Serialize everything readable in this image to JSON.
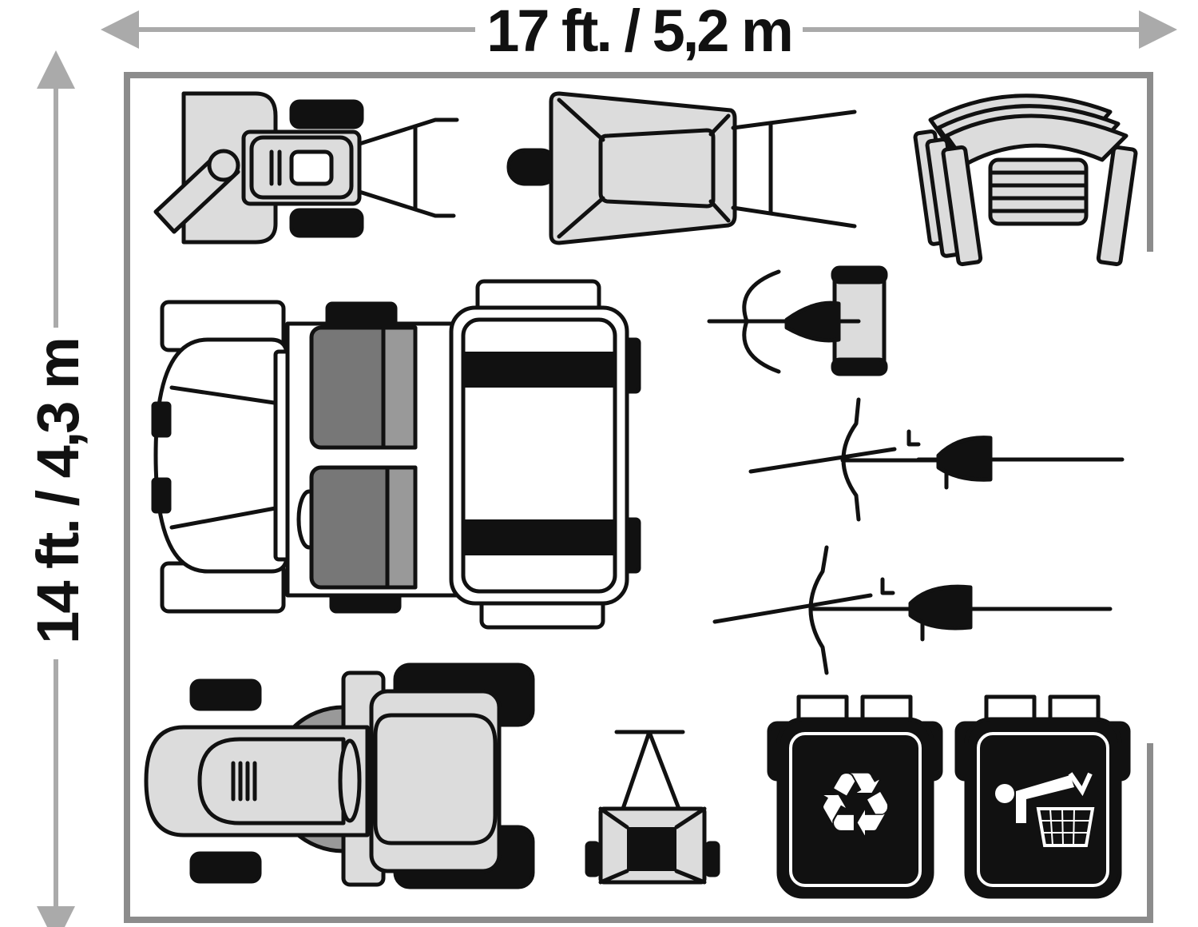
{
  "dimensions": {
    "width_label": "17 ft. / 5,2 m",
    "height_label": "14 ft. / 4,3 m"
  },
  "colors": {
    "outline": "#111111",
    "fill_light": "#dcdcdc",
    "fill_mid": "#777777",
    "border": "#8c8c8c"
  },
  "items": [
    "snow-blower",
    "wheelbarrow",
    "stacked-chairs",
    "utility-vehicle",
    "tricycle",
    "bicycle",
    "bicycle",
    "riding-mower",
    "spreader",
    "recycling-bin",
    "trash-bin"
  ]
}
